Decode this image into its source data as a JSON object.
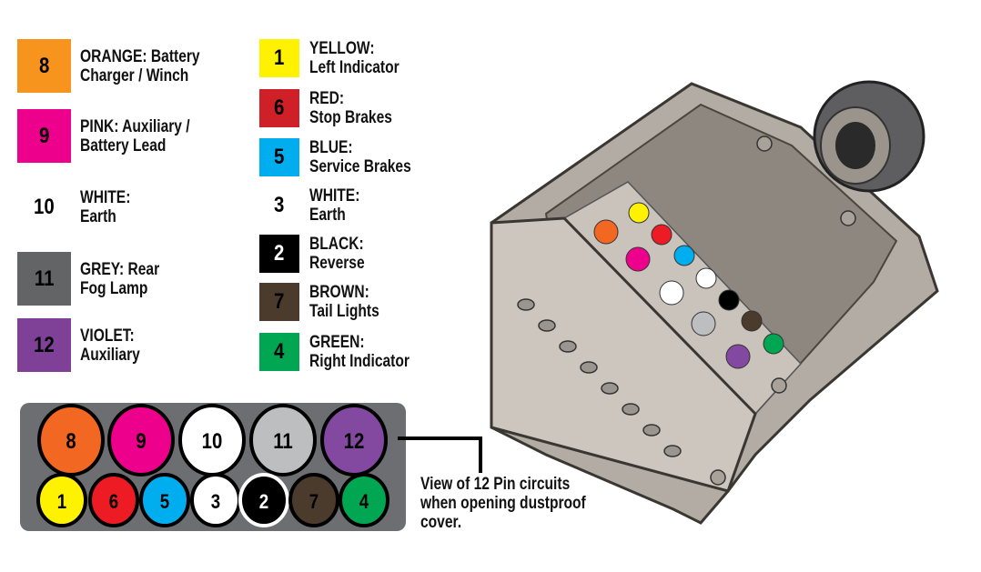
{
  "legend_left": [
    {
      "num": "8",
      "line1": "ORANGE: Battery",
      "line2": "Charger / Winch",
      "color": "#f7941d"
    },
    {
      "num": "9",
      "line1": "PINK: Auxiliary /",
      "line2": "Battery Lead",
      "color": "#ec008c"
    },
    {
      "num": "10",
      "line1": "WHITE:",
      "line2": "Earth",
      "color": "#ffffff"
    },
    {
      "num": "11",
      "line1": "GREY: Rear",
      "line2": "Fog Lamp",
      "color": "#636466"
    },
    {
      "num": "12",
      "line1": "VIOLET:",
      "line2": "Auxiliary",
      "color": "#7f4098"
    }
  ],
  "legend_right": [
    {
      "num": "1",
      "line1": "YELLOW:",
      "line2": "Left Indicator",
      "color": "#fff200"
    },
    {
      "num": "6",
      "line1": "RED:",
      "line2": "Stop Brakes",
      "color": "#cf2027"
    },
    {
      "num": "5",
      "line1": "BLUE:",
      "line2": "Service Brakes",
      "color": "#00aeef"
    },
    {
      "num": "3",
      "line1": "WHITE:",
      "line2": "Earth",
      "color": "#ffffff"
    },
    {
      "num": "2",
      "line1": "BLACK:",
      "line2": "Reverse",
      "color": "#000000"
    },
    {
      "num": "7",
      "line1": "BROWN:",
      "line2": "Tail Lights",
      "color": "#4a3b2c"
    },
    {
      "num": "4",
      "line1": "GREEN:",
      "line2": "Right Indicator",
      "color": "#00a651"
    }
  ],
  "pins_top": [
    {
      "num": "8",
      "color": "#f26722"
    },
    {
      "num": "9",
      "color": "#ec008c"
    },
    {
      "num": "10",
      "color": "#ffffff"
    },
    {
      "num": "11",
      "color": "#bcbec0"
    },
    {
      "num": "12",
      "color": "#8348a0"
    }
  ],
  "pins_bottom": [
    {
      "num": "1",
      "color": "#fff200"
    },
    {
      "num": "6",
      "color": "#ed1c24"
    },
    {
      "num": "5",
      "color": "#00aeef"
    },
    {
      "num": "3",
      "color": "#ffffff"
    },
    {
      "num": "2",
      "color": "#000000"
    },
    {
      "num": "7",
      "color": "#4a3b2c"
    },
    {
      "num": "4",
      "color": "#00a651"
    }
  ],
  "note": {
    "line1": "View of 12 Pin circuits",
    "line2": "when opening dustproof",
    "line3": "cover."
  }
}
